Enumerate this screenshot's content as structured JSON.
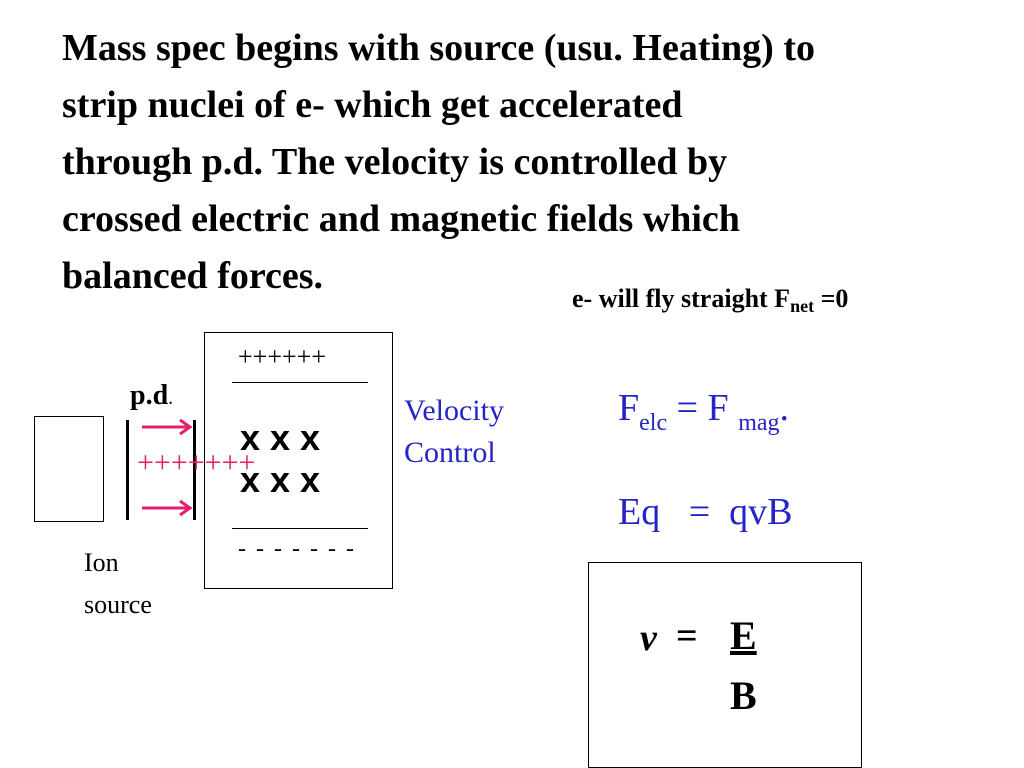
{
  "heading": {
    "lines": [
      "Mass spec begins with source (usu. Heating) to",
      "strip nuclei of e-  which get accelerated",
      "through p.d. The velocity is controlled by",
      "crossed electric and magnetic fields which",
      "balanced forces."
    ]
  },
  "note": {
    "text": "e- will fly straight F",
    "sub": "net",
    "tail": " =0"
  },
  "diagram": {
    "pd_label": "p.d",
    "pd_dot": ".",
    "magenta_plus": "+++++++",
    "ion_source": [
      "Ion",
      "source"
    ],
    "plus_row": "++++++",
    "x_rows": [
      "x x x",
      "x x x"
    ],
    "minus_row": "- - - - - - -",
    "velocity_control": [
      "Velocity",
      "Control"
    ],
    "colors": {
      "blue": "#2424c8",
      "magenta": "#e0206f"
    }
  },
  "equations": {
    "eq1": {
      "lhs": "F",
      "lhs_sub": "elc",
      "mid": " = F ",
      "rhs_sub": "mag",
      "end": "."
    },
    "eq2": "Eq   =  qvB",
    "formula": {
      "v": "v",
      "equals": "=",
      "numerator": "E",
      "denominator": "B"
    }
  }
}
